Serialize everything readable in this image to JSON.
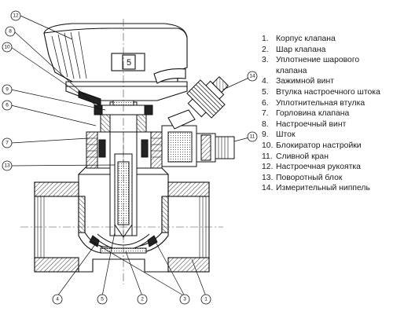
{
  "legend": [
    {
      "num": "1.",
      "text": "Корпус клапана"
    },
    {
      "num": "2.",
      "text": "Шар клапана"
    },
    {
      "num": "3.",
      "text": "Уплотнение шарового клапана"
    },
    {
      "num": "4.",
      "text": "Зажимной винт"
    },
    {
      "num": "5.",
      "text": "Втулка настроечного штока"
    },
    {
      "num": "6.",
      "text": "Уплотнительная втулка"
    },
    {
      "num": "7.",
      "text": "Горловина клапана"
    },
    {
      "num": "8.",
      "text": "Настроечный винт"
    },
    {
      "num": "9.",
      "text": "Шток"
    },
    {
      "num": "10.",
      "text": "Блокиратор настройки"
    },
    {
      "num": "11.",
      "text": "Сливной кран"
    },
    {
      "num": "12.",
      "text": "Настроечная рукоятка"
    },
    {
      "num": "13.",
      "text": "Поворотный блок"
    },
    {
      "num": "14.",
      "text": "Измерительный ниппель"
    }
  ],
  "callouts": [
    {
      "id": "c12",
      "label": "12"
    },
    {
      "id": "c8",
      "label": "8"
    },
    {
      "id": "c10",
      "label": "10"
    },
    {
      "id": "c9",
      "label": "9"
    },
    {
      "id": "c6",
      "label": "6"
    },
    {
      "id": "c7",
      "label": "7"
    },
    {
      "id": "c13",
      "label": "13"
    },
    {
      "id": "c14",
      "label": "14"
    },
    {
      "id": "c11",
      "label": "11"
    },
    {
      "id": "c4",
      "label": "4"
    },
    {
      "id": "c5",
      "label": "5"
    },
    {
      "id": "c2",
      "label": "2"
    },
    {
      "id": "c3",
      "label": "3"
    },
    {
      "id": "c1",
      "label": "1"
    }
  ],
  "handle_window_value": "5"
}
